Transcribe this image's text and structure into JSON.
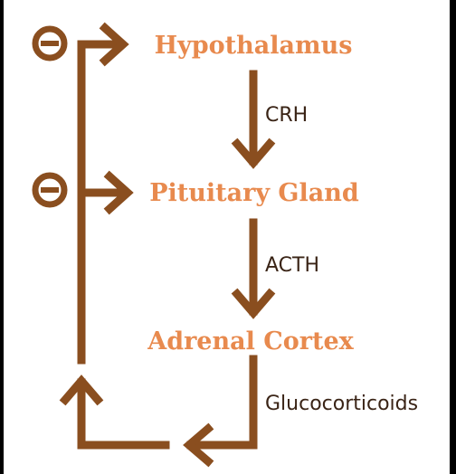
{
  "colors": {
    "arrow": "#8a4e1f",
    "node_text": "#e88a4e",
    "edge_text": "#3a2416",
    "background": "#ffffff",
    "frame": "#000000"
  },
  "nodes": {
    "hypothalamus": "Hypothalamus",
    "pituitary": "Pituitary Gland",
    "adrenal": "Adrenal Cortex"
  },
  "edges": {
    "crh": "CRH",
    "acth": "ACTH",
    "glucocorticoids": "Glucocorticoids"
  },
  "feedback": {
    "inhibit_symbol": "−",
    "icon": "minus-circle-icon"
  }
}
